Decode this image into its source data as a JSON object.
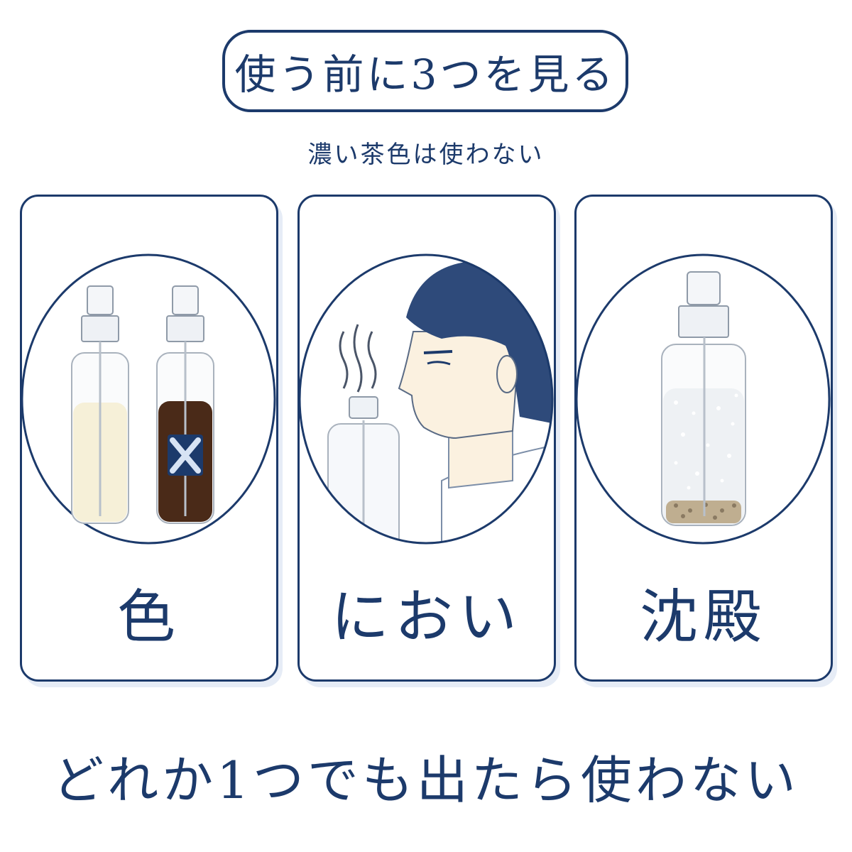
{
  "header": {
    "title": "使う前に3つを見る",
    "subtitle": "濃い茶色は使わない"
  },
  "cards": [
    {
      "label": "色",
      "icon": "spray-bottles-color-icon"
    },
    {
      "label": "におい",
      "icon": "person-smelling-bottle-icon"
    },
    {
      "label": "沈殿",
      "icon": "bottle-sediment-icon"
    }
  ],
  "footer": {
    "text": "どれか1つでも出たら使わない"
  },
  "colors": {
    "navy": "#1c3a6b",
    "pale_liquid": "#f6f0d8",
    "brown_liquid": "#4a2a18",
    "sediment": "#bfae90"
  }
}
